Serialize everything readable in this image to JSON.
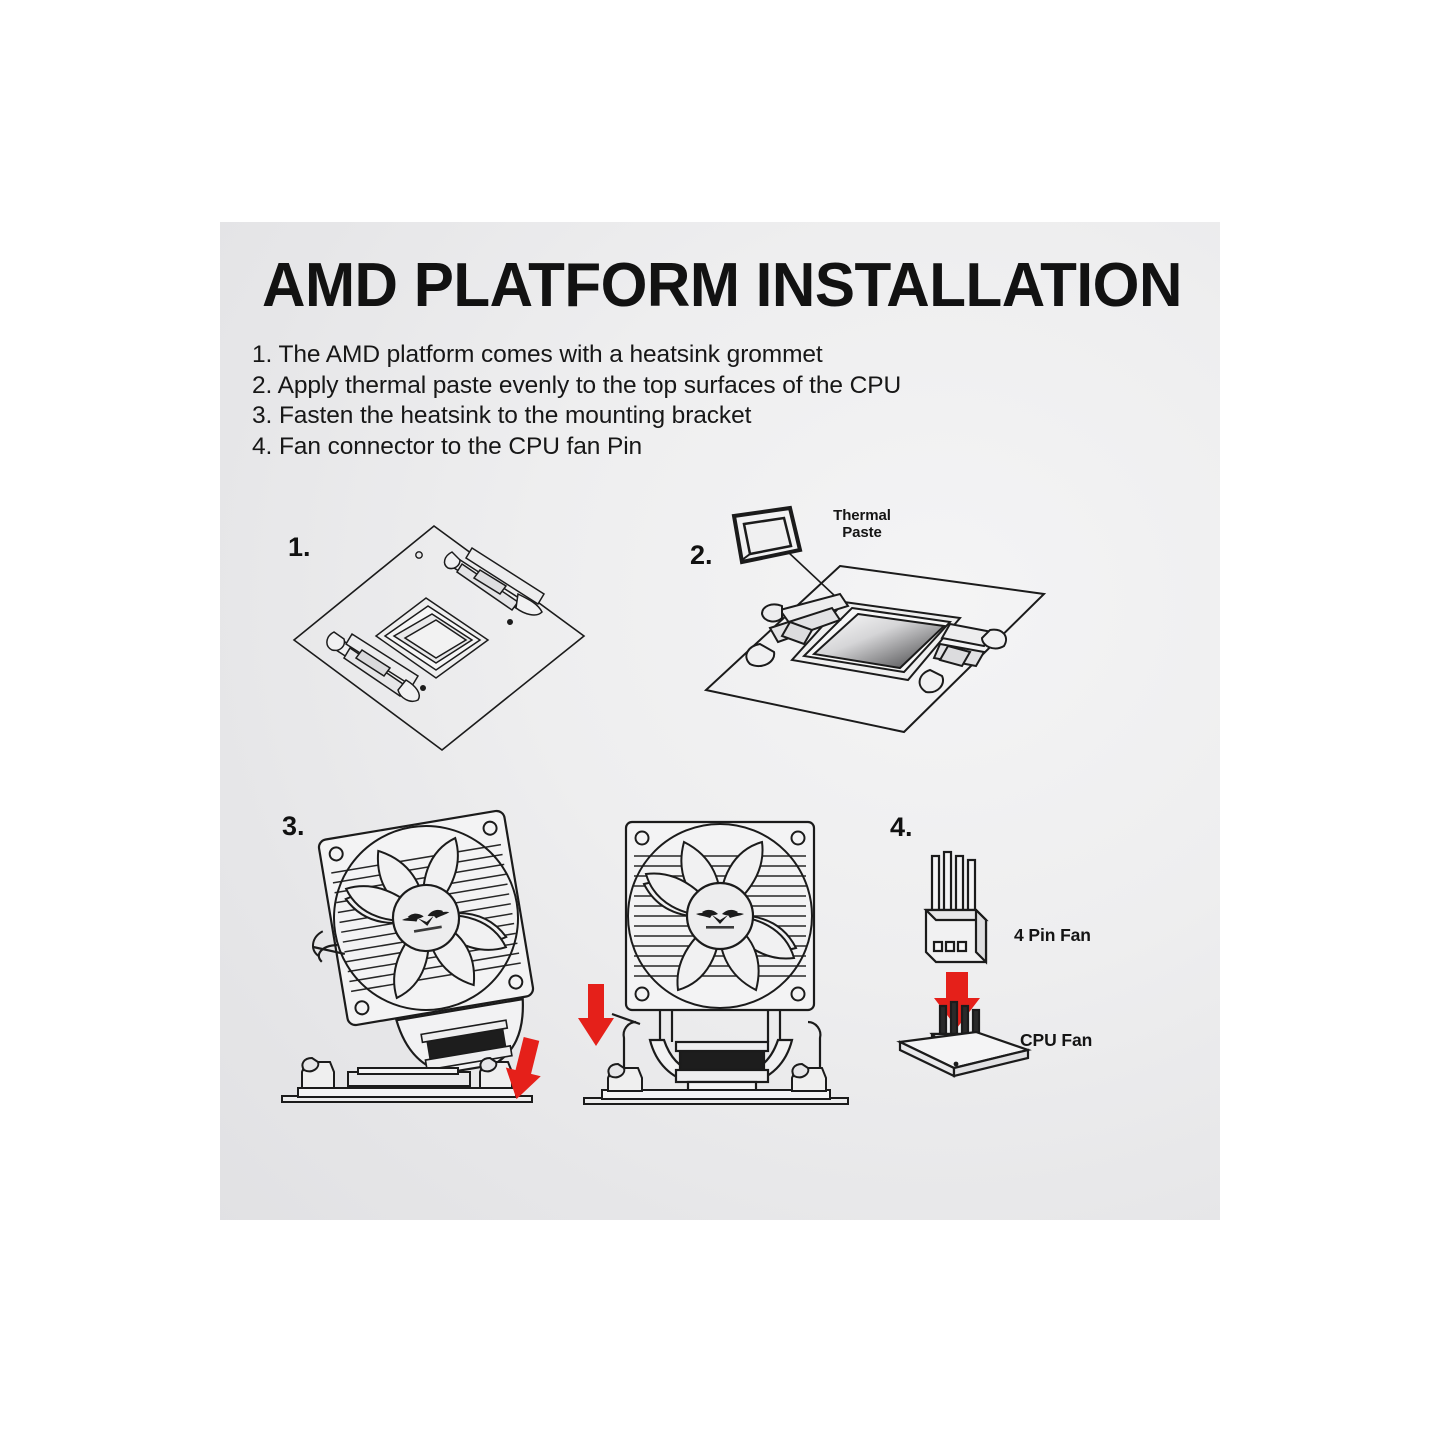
{
  "document": {
    "title": "AMD PLATFORM INSTALLATION",
    "instructions": [
      "1. The AMD platform comes with a heatsink grommet",
      "2. Apply thermal paste evenly to the top surfaces of the CPU",
      "3. Fasten the heatsink to the mounting bracket",
      "4. Fan connector to the CPU fan Pin"
    ]
  },
  "figures": {
    "step1": {
      "number": "1.",
      "description": "Motherboard with CPU socket and heatsink grommet brackets, isometric view"
    },
    "step2": {
      "number": "2.",
      "callout": {
        "line1": "Thermal",
        "line2": "Paste"
      },
      "description": "Thermal paste applied to top surface of CPU in socket"
    },
    "step3": {
      "number": "3.",
      "description": "Heatsink fan lowered onto and fastened to the mounting bracket"
    },
    "step4": {
      "number": "4.",
      "labels": {
        "connector": "4 Pin Fan",
        "header": "CPU Fan"
      },
      "description": "Fan connector plugged into the CPU fan pin header"
    }
  },
  "colors": {
    "arrow_red": "#E5201A",
    "ink": "#141414",
    "panel_light": "#f4f4f5",
    "panel_dark": "#dddde0"
  }
}
